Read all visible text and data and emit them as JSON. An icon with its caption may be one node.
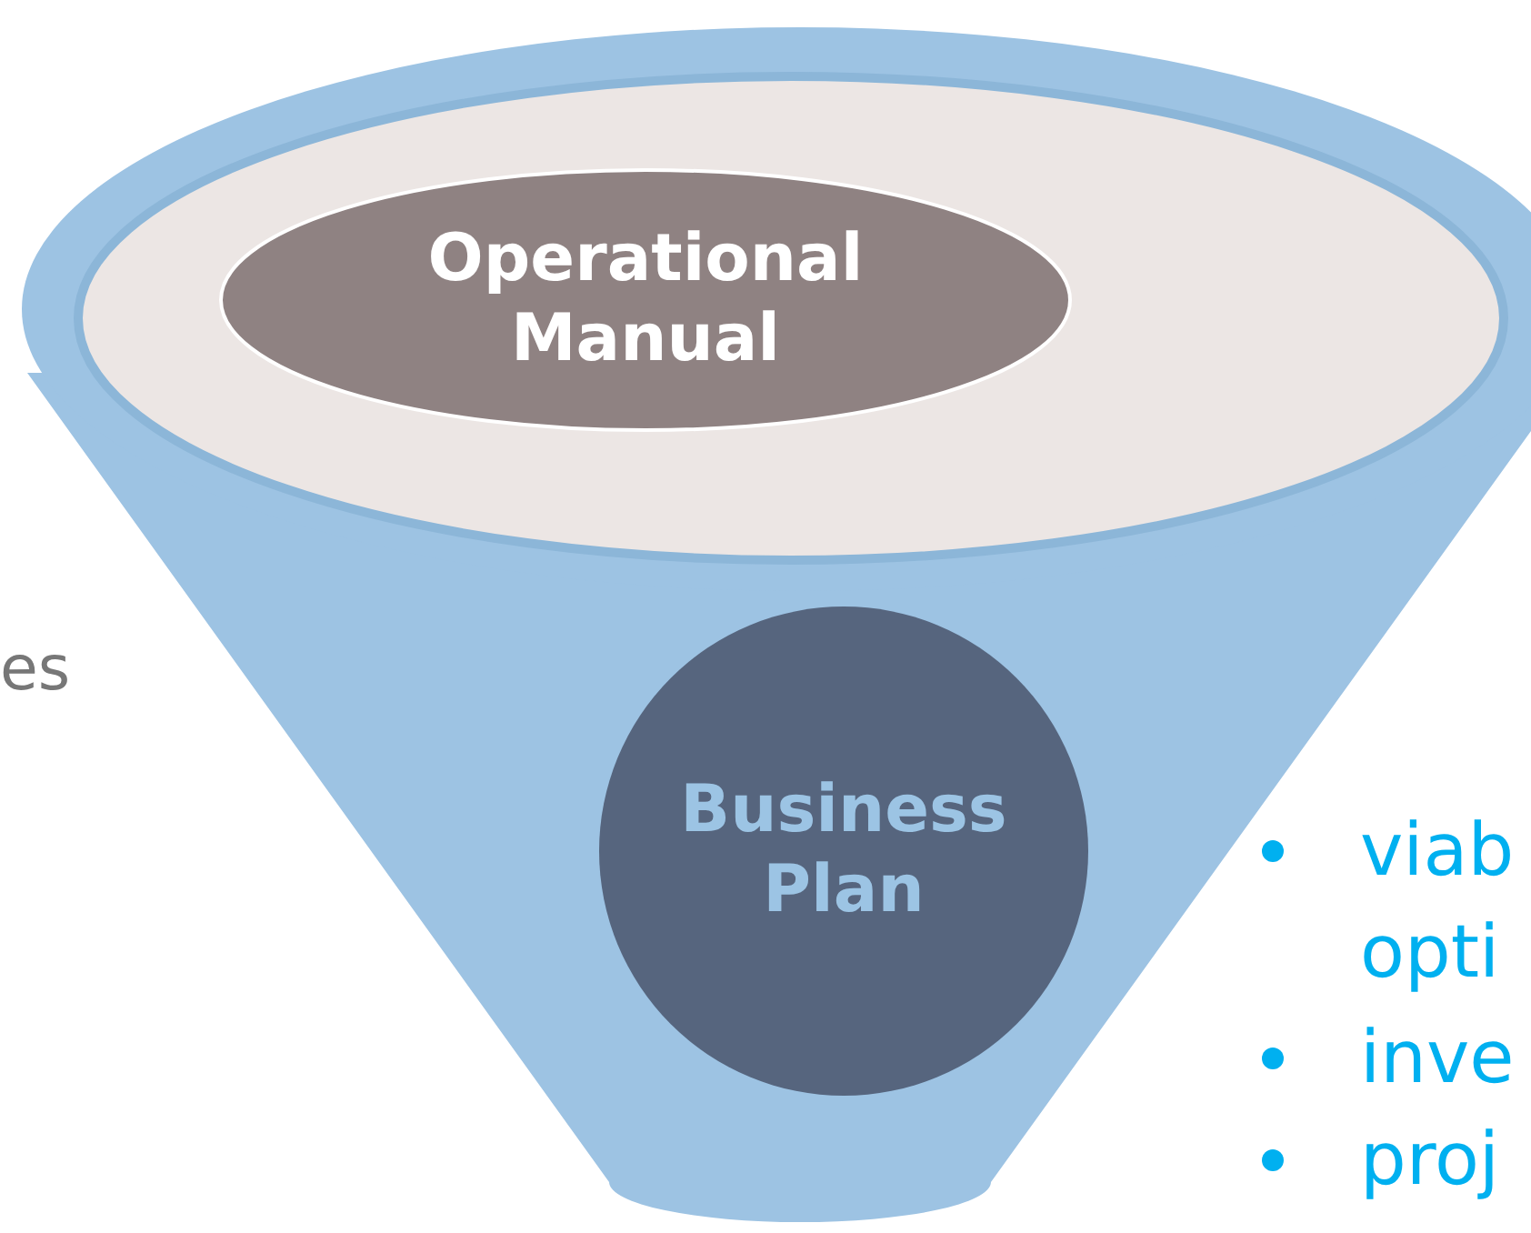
{
  "diagram": {
    "nodes": [
      {
        "text": [
          "Operational Manual"
        ]
      },
      {
        "text": [
          "Business Plan"
        ]
      }
    ],
    "labels": [
      "es",
      "viab opti",
      "inve",
      "proj"
    ]
  }
}
